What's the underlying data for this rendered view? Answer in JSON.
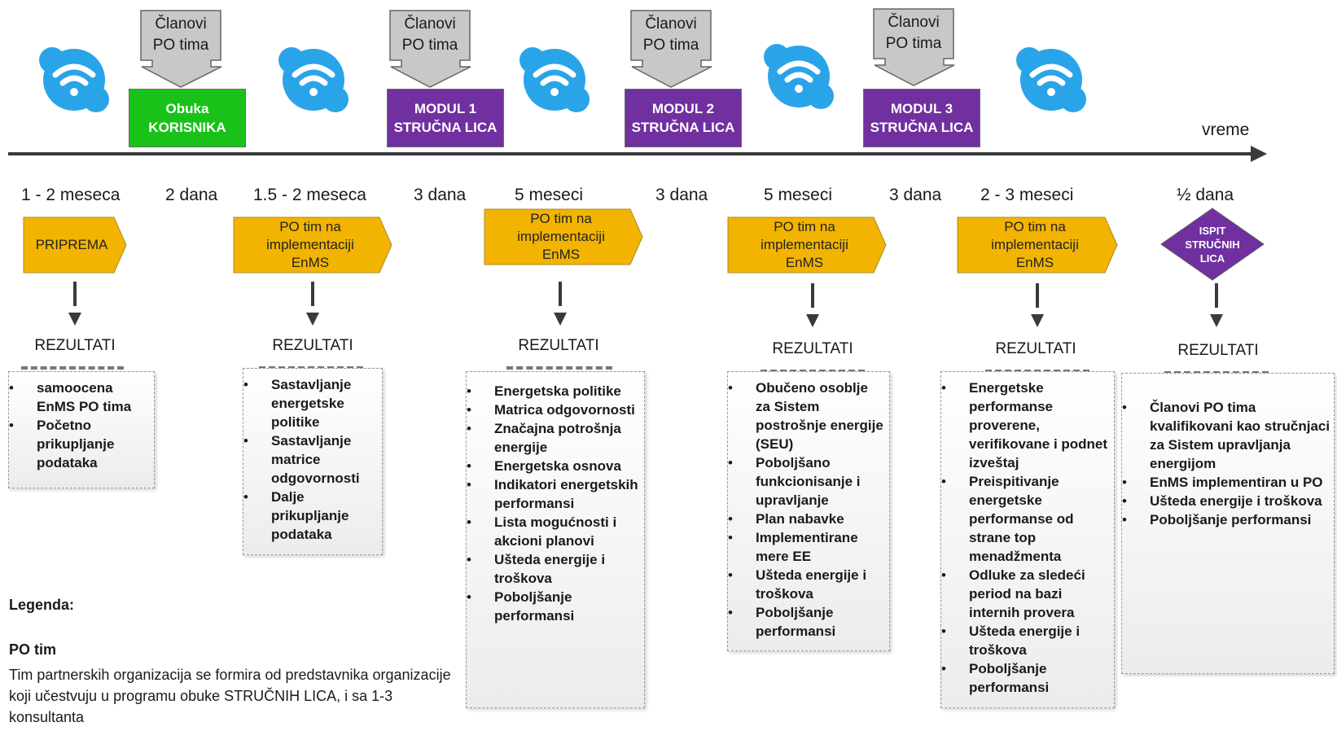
{
  "callouts": [
    {
      "line1": "Članovi",
      "line2": "PO tima"
    },
    {
      "line1": "Članovi",
      "line2": "PO tima"
    },
    {
      "line1": "Članovi",
      "line2": "PO tima"
    },
    {
      "line1": "Članovi",
      "line2": "PO tima"
    }
  ],
  "trainings": [
    {
      "text": "Obuka KORISNIKA",
      "color": "#19c219"
    },
    {
      "text": "MODUL 1 STRUČNA LICA",
      "color": "#7030a0"
    },
    {
      "text": "MODUL 2 STRUČNA LICA",
      "color": "#7030a0"
    },
    {
      "text": "MODUL 3 STRUČNA LICA",
      "color": "#7030a0"
    }
  ],
  "timeline": {
    "axis_label": "vreme",
    "durations": [
      "1 - 2 meseca",
      "2 dana",
      "1.5 - 2 meseca",
      "3 dana",
      "5 meseci",
      "3 dana",
      "5 meseci",
      "3 dana",
      "2 - 3 meseci",
      "½ dana"
    ]
  },
  "phases": [
    {
      "text": "PRIPREMA"
    },
    {
      "text": "PO tim na implementaciji EnMS"
    },
    {
      "text": "PO tim na implementaciji EnMS"
    },
    {
      "text": "PO tim na implementaciji EnMS"
    },
    {
      "text": "PO tim na implementaciji EnMS"
    }
  ],
  "exam": {
    "text": "ISPIT STRUČNIH LICA",
    "color": "#7030a0"
  },
  "phase_color": "#f2b400",
  "results_label": "REZULTATI",
  "results": [
    {
      "items": [
        "samoocena EnMS PO tima",
        "Početno prikupljanje podataka"
      ]
    },
    {
      "items": [
        "Sastavljanje energetske politike",
        "Sastavljanje matrice odgovornosti",
        "Dalje prikupljanje podataka"
      ]
    },
    {
      "items": [
        "Energetska politike",
        "Matrica odgovornosti",
        "Značajna potrošnja energije",
        "Energetska osnova",
        "Indikatori energetskih performansi",
        "Lista mogućnosti i akcioni planovi",
        "Ušteda energije i troškova",
        "Poboljšanje performansi"
      ]
    },
    {
      "items": [
        "Obučeno osoblje za Sistem postrošnje energije (SEU)",
        "Poboljšano funkcionisanje i upravljanje",
        "Plan nabavke",
        "Implementirane mere EE",
        "Ušteda energije i troškova",
        "Poboljšanje performansi"
      ]
    },
    {
      "items": [
        "Energetske performanse proverene, verifikovane i podnet izveštaj",
        "Preispitivanje energetske performanse od strane top menadžmenta",
        "Odluke za sledeći period na bazi internih provera",
        "Ušteda energije i troškova",
        "Poboljšanje performansi"
      ]
    },
    {
      "items": [
        "Članovi PO tima kvalifikovani kao stručnjaci za Sistem upravljanja energijom",
        "EnMS implementiran u PO",
        "Ušteda energije i troškova",
        "Poboljšanje performansi"
      ]
    }
  ],
  "legend": {
    "title": "Legenda:",
    "subtitle": "PO tim",
    "text": "Tim partnerskih organizacija se formira od predstavnika organizacije koji učestvuju u programu obuke STRUČNIH LICA, i sa 1-3 konsultanta"
  }
}
